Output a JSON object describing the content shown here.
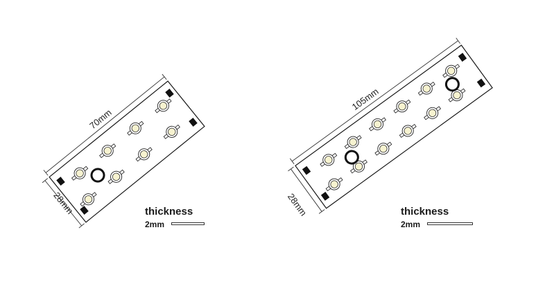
{
  "boards": [
    {
      "id": "small",
      "length_label": "70mm",
      "width_label": "28mm",
      "thickness_title": "thickness",
      "thickness_value": "2mm",
      "led_rows": [
        4,
        4
      ],
      "polarity_plus": "+",
      "polarity_minus": "-"
    },
    {
      "id": "large",
      "length_label": "105mm",
      "width_label": "28mm",
      "thickness_title": "thickness",
      "thickness_value": "2mm",
      "led_rows": [
        6,
        6
      ],
      "polarity_plus": "+",
      "polarity_minus": "-"
    }
  ],
  "colors": {
    "outline": "#1a1a1a",
    "led_fill": "#f7f3d0",
    "led_ring": "#333333",
    "board_fill": "#ffffff"
  }
}
